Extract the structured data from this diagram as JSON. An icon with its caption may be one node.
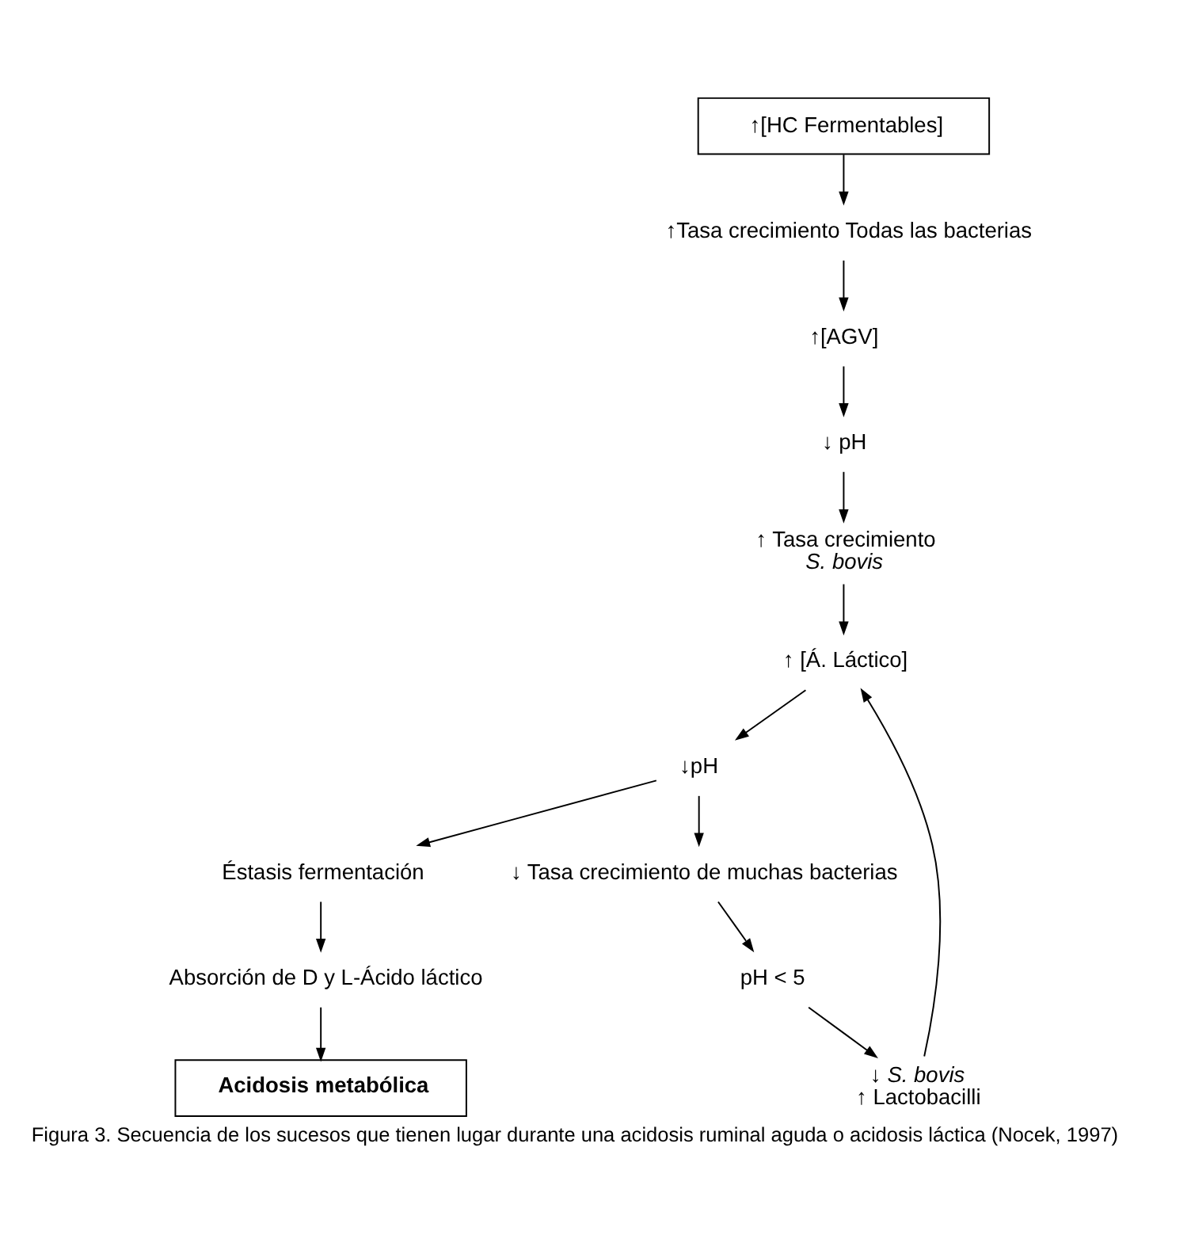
{
  "diagram": {
    "caption": "Figura 3. Secuencia de los sucesos que tienen lugar durante una acidosis ruminal aguda o acidosis láctica (Nocek, 1997)",
    "nodes": [
      {
        "text": [
          "↑[HC Fermentables]"
        ]
      },
      {
        "text": [
          "↑Tasa crecimiento Todas las bacterias"
        ]
      },
      {
        "text": [
          "↑[AGV]"
        ]
      },
      {
        "text": [
          "↓ pH"
        ]
      },
      {
        "text": [
          "↑ Tasa crecimiento *S. bovis*"
        ]
      },
      {
        "text": [
          "↑ [Á. Láctico]"
        ]
      },
      {
        "text": [
          "↓pH"
        ]
      },
      {
        "text": [
          "↓ Tasa crecimiento de muchas bacterias"
        ]
      },
      {
        "text": [
          "pH < 5"
        ]
      },
      {
        "text": [
          "↓ *S. bovis*",
          "↑ Lactobacilli"
        ]
      },
      {
        "text": [
          "Éstasis fermentación"
        ]
      },
      {
        "text": [
          "Absorción de D y L-Ácido láctico"
        ]
      },
      {
        "text": [
          "Acidosis metabólica"
        ]
      }
    ],
    "edges": [
      {
        "from": 0,
        "to": 1,
        "arrow": "to"
      },
      {
        "from": 1,
        "to": 2,
        "arrow": "to"
      },
      {
        "from": 2,
        "to": 3,
        "arrow": "to"
      },
      {
        "from": 3,
        "to": 4,
        "arrow": "to"
      },
      {
        "from": 4,
        "to": 5,
        "arrow": "to"
      },
      {
        "from": 9,
        "to": 5,
        "arrow": "to"
      },
      {
        "from": 5,
        "to": 6,
        "arrow": "to"
      },
      {
        "from": 6,
        "to": 7,
        "arrow": "to"
      },
      {
        "from": 7,
        "to": 8,
        "arrow": "to"
      },
      {
        "from": 8,
        "to": 9,
        "arrow": "to"
      },
      {
        "from": 6,
        "to": 10,
        "arrow": "to"
      },
      {
        "from": 10,
        "to": 11,
        "arrow": "to"
      },
      {
        "from": 11,
        "to": 12,
        "arrow": "to"
      }
    ]
  }
}
